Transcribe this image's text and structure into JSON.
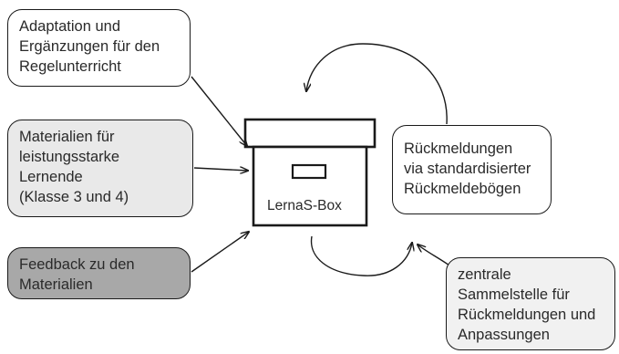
{
  "nodes": {
    "adaptation": {
      "lines": [
        "Adaptation und",
        "Ergänzungen für den",
        "Regelunterricht"
      ],
      "fill": "#ffffff"
    },
    "materialien": {
      "lines": [
        "Materialien für",
        "leistungsstarke",
        "Lernende",
        "(Klasse 3 und 4)"
      ],
      "fill": "#e9e9e9"
    },
    "feedback": {
      "lines": [
        "Feedback zu den",
        "Materialien"
      ],
      "fill": "#a8a8a8"
    },
    "rueckmeldungen": {
      "lines": [
        "Rückmeldungen",
        "via standardisierter",
        "Rückmeldebögen"
      ],
      "fill": "#ffffff"
    },
    "sammelstelle": {
      "lines": [
        "zentrale",
        "Sammelstelle für",
        "Rückmeldungen und",
        "Anpassungen"
      ],
      "fill": "#f1f1f1"
    }
  },
  "box": {
    "label": "LernaS-Box"
  }
}
